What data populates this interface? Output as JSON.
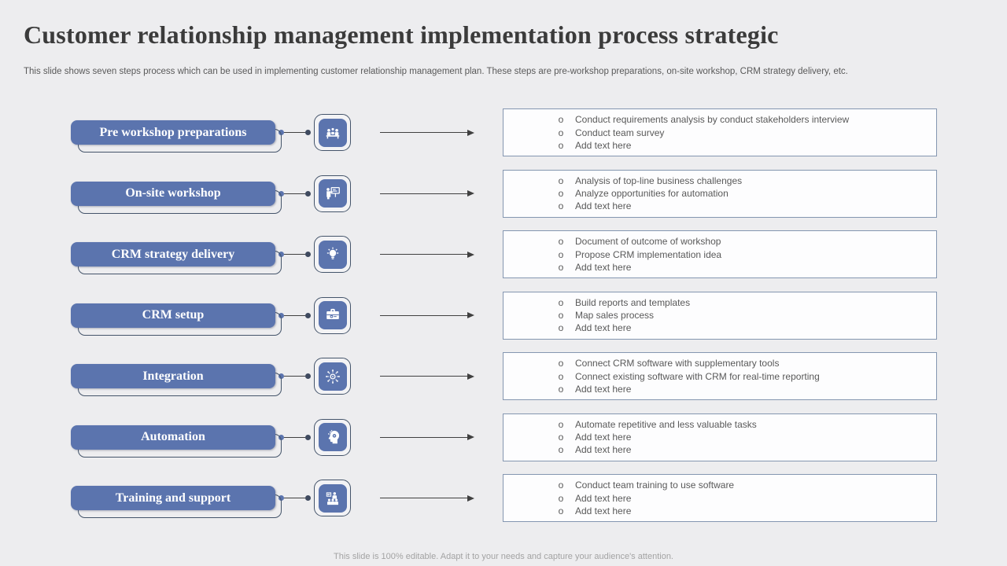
{
  "slide": {
    "title": "Customer relationship management implementation process strategic",
    "subtitle": "This slide shows seven steps process which can be used in implementing customer relationship management plan. These steps are pre-workshop preparations, on-site workshop, CRM strategy delivery, etc.",
    "footer": "This slide is 100% editable. Adapt it to your needs and capture your audience's attention.",
    "bullet_glyph": "o",
    "colors": {
      "accent": "#5b74ae",
      "shape_outline": "#44546a",
      "box_border": "#8496b0",
      "arrow": "#404040",
      "background": "#ededef",
      "body_text": "#595959",
      "footer_text": "#a3a3a3"
    }
  },
  "rows": [
    {
      "label": "Pre workshop preparations",
      "icon": "meeting-icon",
      "bullets": [
        "Conduct requirements analysis by conduct stakeholders interview",
        "Conduct team survey",
        "Add text here"
      ]
    },
    {
      "label": "On-site workshop",
      "icon": "presentation-icon",
      "bullets": [
        "Analysis of top-line business challenges",
        "Analyze opportunities for automation",
        "Add text here"
      ]
    },
    {
      "label": "CRM strategy delivery",
      "icon": "idea-bulb-icon",
      "bullets": [
        "Document of outcome of workshop",
        "Propose CRM implementation idea",
        "Add text here"
      ]
    },
    {
      "label": "CRM setup",
      "icon": "toolbox-icon",
      "bullets": [
        "Build reports and templates",
        "Map sales process",
        "Add text here"
      ]
    },
    {
      "label": "Integration",
      "icon": "gear-network-icon",
      "bullets": [
        "Connect CRM software with supplementary tools",
        "Connect existing software with CRM for real-time reporting",
        "Add text here"
      ]
    },
    {
      "label": "Automation",
      "icon": "automation-head-icon",
      "bullets": [
        "Automate repetitive and less valuable tasks",
        "Add text here",
        "Add text here"
      ]
    },
    {
      "label": "Training and support",
      "icon": "training-icon",
      "bullets": [
        "Conduct team training to use software",
        "Add text here",
        "Add text here"
      ]
    }
  ]
}
